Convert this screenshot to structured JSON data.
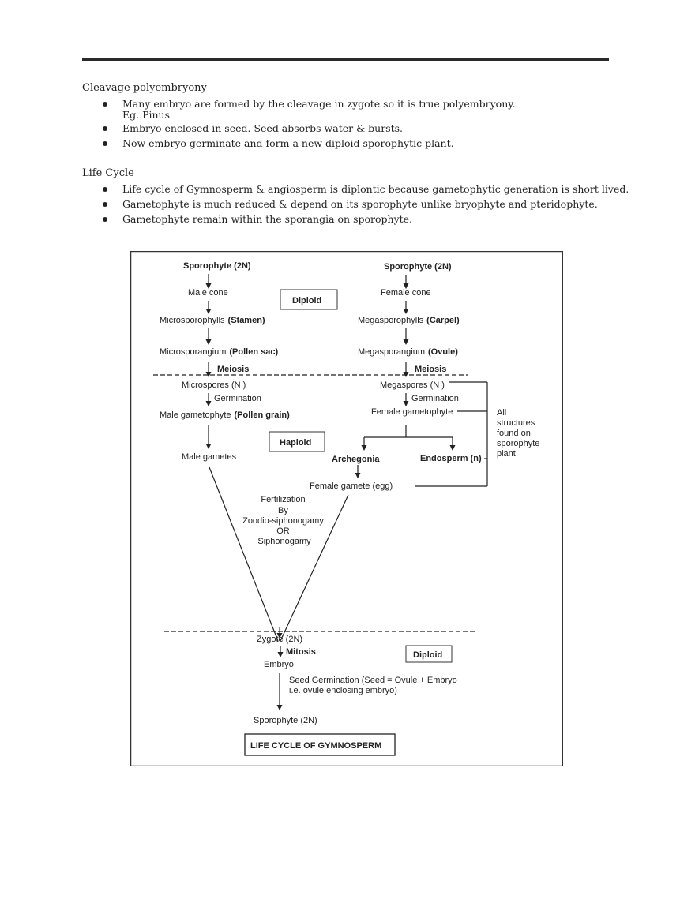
{
  "cleavage": {
    "heading": "Cleavage polyembryony -",
    "items": [
      "Many embryo are formed by the cleavage in zygote so it is true polyembryony.",
      "Embryo enclosed in seed. Seed absorbs water & bursts.",
      "Now embryo germinate and form a new diploid sporophytic plant."
    ],
    "example": "Eg. Pinus"
  },
  "lifecycle": {
    "heading": "Life Cycle",
    "items": [
      "Life cycle of Gymnosperm & angiosperm is diplontic because gametophytic generation is short lived.",
      "Gametophyte is much reduced & depend on its sporophyte unlike bryophyte and pteridophyte.",
      "Gametophyte remain within the sporangia on sporophyte."
    ]
  },
  "diagram": {
    "left": {
      "sporophyte": "Sporophyte (2N)",
      "cone": "Male cone",
      "sporophylls": "Microsporophylls",
      "sporophylls_bold": "(Stamen)",
      "sporangium": "Microsporangium",
      "sporangium_bold": "(Pollen sac)",
      "meiosis": "Meiosis",
      "spores": "Microspores (N )",
      "germination": "Germination",
      "gametophyte": "Male gametophyte",
      "gametophyte_bold": "(Pollen grain)",
      "gametes": "Male gametes"
    },
    "right": {
      "sporophyte": "Sporophyte (2N)",
      "cone": "Female cone",
      "sporophylls": "Megasporophylls",
      "sporophylls_bold": "(Carpel)",
      "sporangium": "Megasporangium",
      "sporangium_bold": "(Ovule)",
      "meiosis": "Meiosis",
      "spores": "Megaspores (N )",
      "germination": "Germination",
      "gametophyte": "Female gametophyte",
      "archegonia": "Archegonia",
      "endosperm": "Endosperm (n)",
      "egg": "Female gamete (egg)"
    },
    "bracket_note": [
      "All",
      "structures",
      "found on",
      "sporophyte",
      "plant"
    ],
    "diploid_top": "Diploid",
    "haploid": "Haploid",
    "fertilization": [
      "Fertilization",
      "By",
      "Zoodio-siphonogamy",
      "OR",
      "Siphonogamy"
    ],
    "zygote": "Zygote (2N)",
    "mitosis": "Mitosis",
    "embryo": "Embryo",
    "diploid_bottom": "Diploid",
    "seed_germination": [
      "Seed Germination (Seed = Ovule + Embryo",
      "i.e. ovule enclosing embryo)"
    ],
    "final_sporophyte": "Sporophyte (2N)",
    "caption": "LIFE CYCLE OF GYMNOSPERM"
  }
}
